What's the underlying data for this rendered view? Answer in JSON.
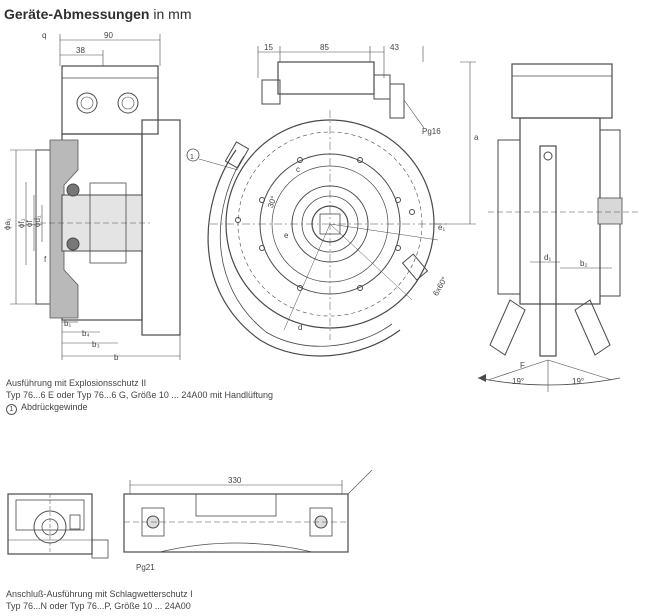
{
  "header": {
    "title": "Geräte-Abmessungen",
    "unit": "in mm"
  },
  "drawing1": {
    "dims_top_left": {
      "q": "q",
      "d90": "90",
      "d38": "38"
    },
    "dims_top_mid": {
      "d15": "15",
      "d85": "85",
      "d43": "43"
    },
    "pg_label": "Pg16",
    "right_a": "a",
    "left_diameters": [
      "ϕa₁",
      "ϕf₁",
      "ϕf",
      "ϕd₁"
    ],
    "left_f": "f",
    "bottom_b": [
      "b₁",
      "b₄",
      "b₃",
      "b"
    ],
    "mid_marks": {
      "angle30": "30°",
      "c": "c",
      "e": "e",
      "d": "d",
      "e1": "e₁",
      "six60": "6x60°",
      "callout": "1"
    },
    "right_view": {
      "d1": "d₁",
      "b2": "b₂",
      "F": "F",
      "ang_left": "19°",
      "ang_right": "19°"
    }
  },
  "caption1": {
    "line1": "Ausführung mit Explosionsschutz II",
    "line2": "Typ 76...6 E oder Typ 76...6 G, Größe 10 ... 24A00 mit Handlüftung",
    "line3_mark": "1",
    "line3": "Abdrückgewinde"
  },
  "drawing2": {
    "dim": "330",
    "pg_label": "Pg21"
  },
  "caption2": {
    "line1": "Anschluß-Ausführung mit Schlagwetterschutz I",
    "line2": "Typ 76...N oder Typ 76...P, Größe 10 ... 24A00"
  }
}
